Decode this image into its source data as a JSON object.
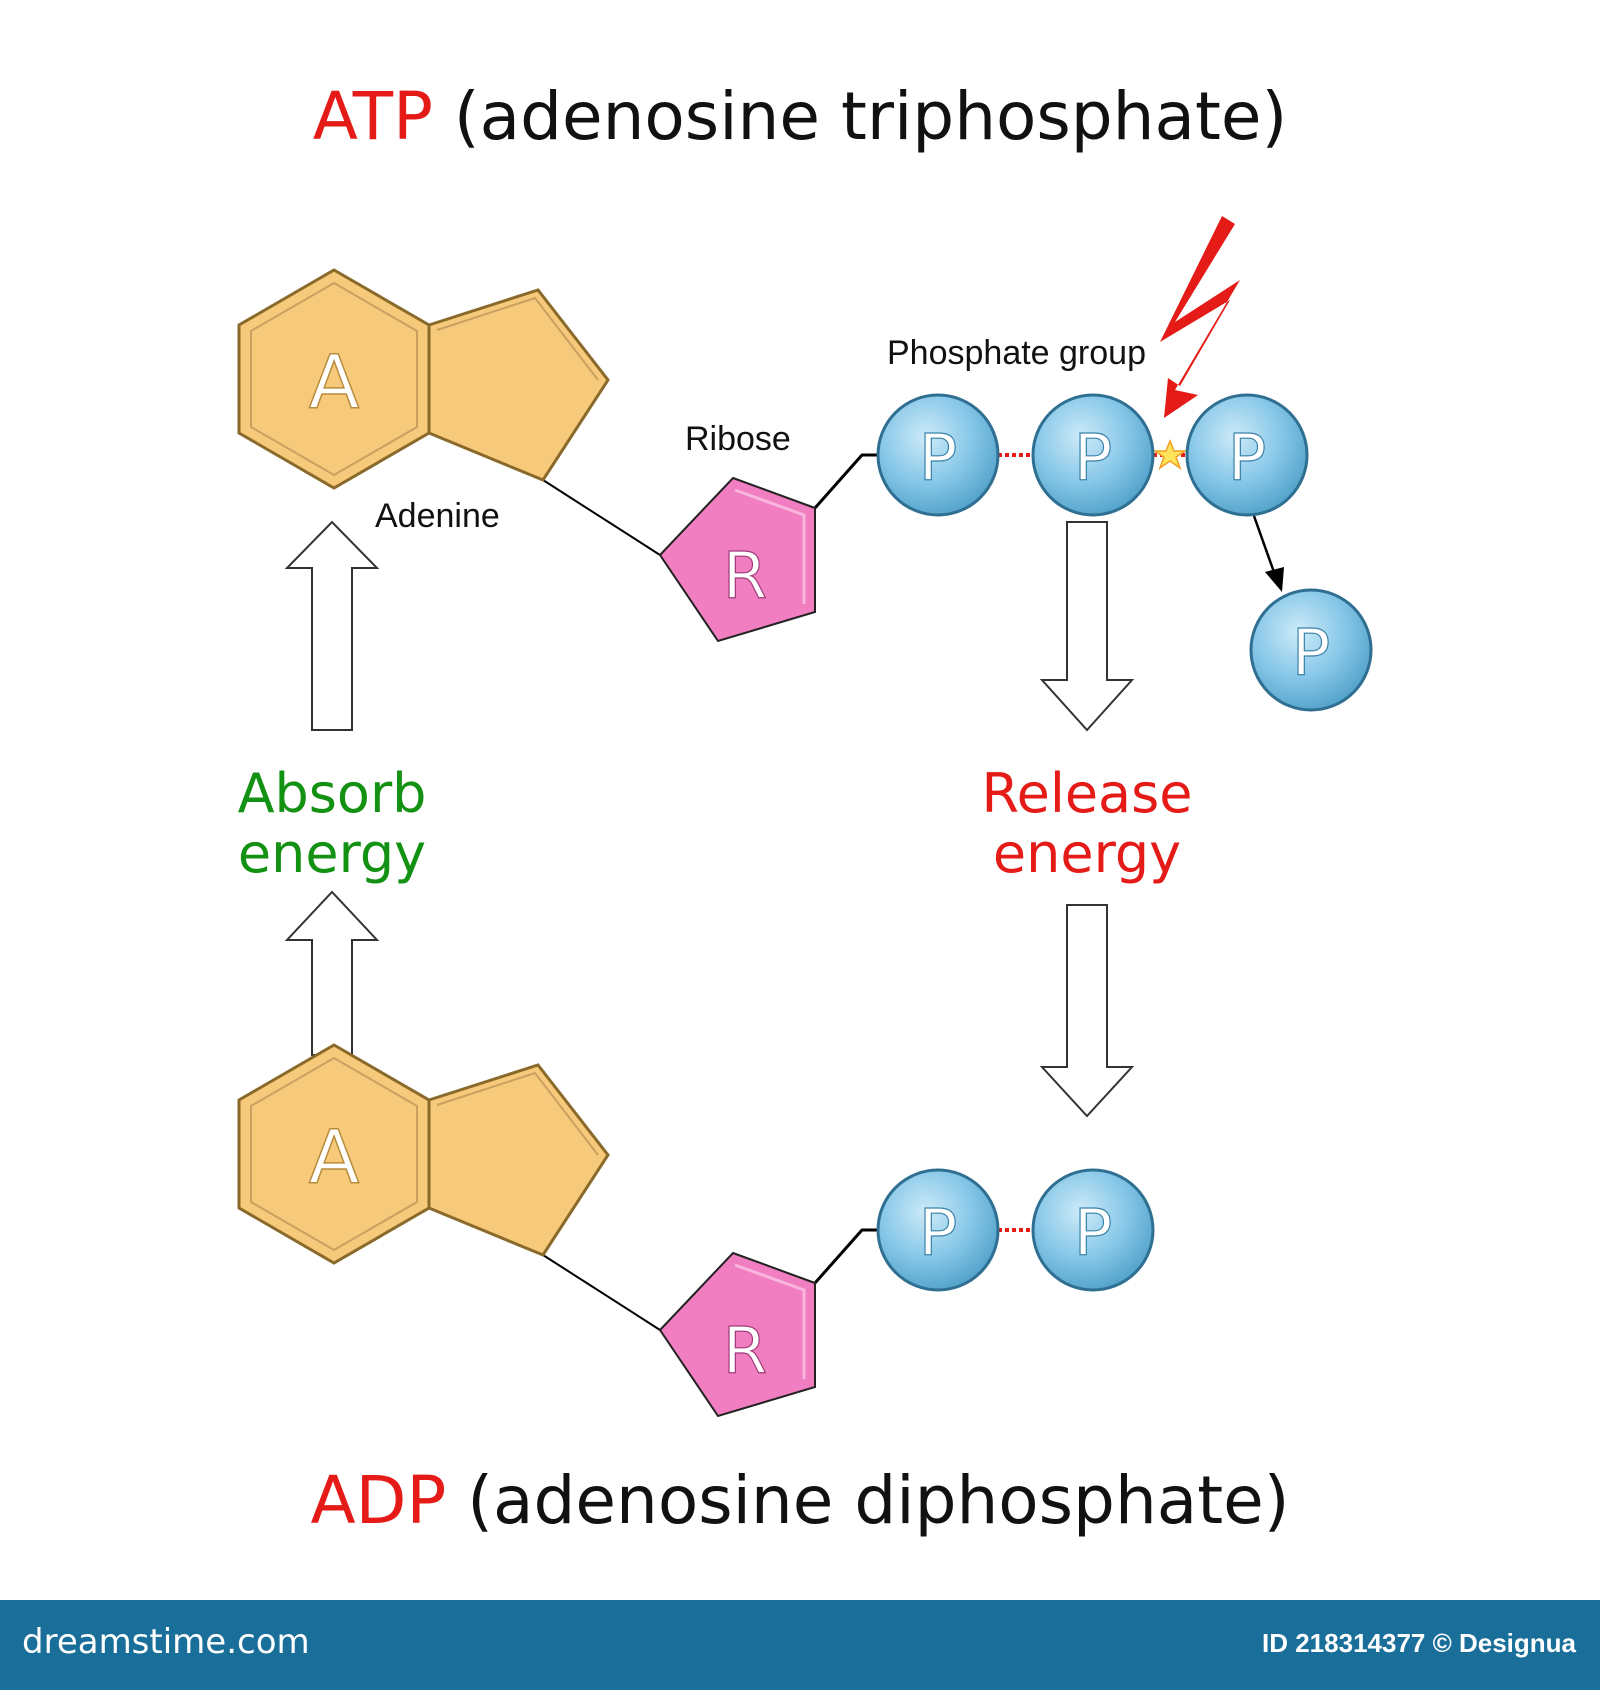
{
  "atp_heading": {
    "acronym": "ATP",
    "full_name": "(adenosine triphosphate)"
  },
  "adp_heading": {
    "acronym": "ADP",
    "full_name": "(adenosine diphosphate)"
  },
  "labels": {
    "phosphate_group": "Phosphate group",
    "ribose": "Ribose",
    "adenine": "Adenine"
  },
  "molecule_letters": {
    "adenine": "A",
    "ribose": "R",
    "phosphate": "P"
  },
  "absorb_energy": {
    "line1": "Absorb",
    "line2": "energy"
  },
  "release_energy": {
    "line1": "Release",
    "line2": "energy"
  },
  "footer": {
    "site": "dreamstime.com",
    "credit": "ID 218314377 © Designua"
  },
  "colors": {
    "adenine_fill": "#f7c97a",
    "adenine_stroke": "#8a6a2a",
    "ribose_fill": "#f07ec0",
    "phosphate_fill": "#7fc3e6",
    "phosphate_stroke": "#2f6f92",
    "bond": "#e41b17",
    "absorb": "#139113",
    "release": "#e41b17",
    "footer_bg": "#1a6e9a"
  },
  "icons": {
    "lightning": "lightning-bolt-icon",
    "arrow": "hollow-arrow-icon",
    "burst": "bond-break-burst-icon"
  }
}
